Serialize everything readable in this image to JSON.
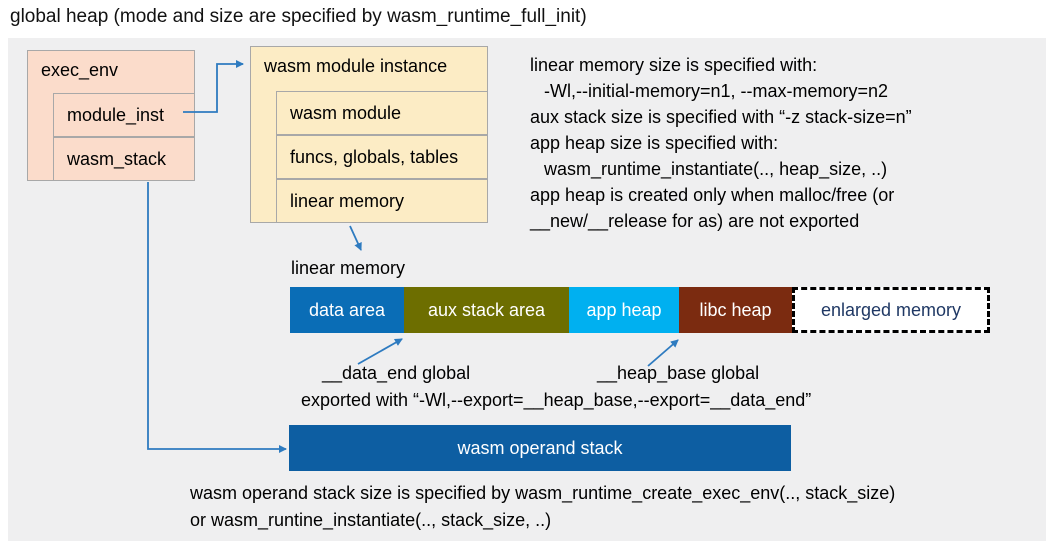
{
  "title": "global heap (mode and size are specified by wasm_runtime_full_init)",
  "exec_env": {
    "label": "exec_env",
    "rows": [
      {
        "label": "module_inst"
      },
      {
        "label": "wasm_stack"
      }
    ]
  },
  "module_instance": {
    "label": "wasm module instance",
    "rows": [
      {
        "label": "wasm module"
      },
      {
        "label": "funcs, globals, tables"
      },
      {
        "label": "linear memory"
      }
    ]
  },
  "notes": {
    "lines": [
      "linear memory size is specified with:",
      "-Wl,--initial-memory=n1, --max-memory=n2",
      "aux stack size is specified with “-z stack-size=n”",
      "app heap size is specified with:",
      "wasm_runtime_instantiate(.., heap_size, ..)",
      "app heap is created only when malloc/free (or",
      "__new/__release for as) are not exported"
    ]
  },
  "linear_memory": {
    "label": "linear memory",
    "segments": [
      {
        "label": "data area",
        "color": "#0a6db6",
        "text_color": "#ffffff"
      },
      {
        "label": "aux stack area",
        "color": "#6d6e00",
        "text_color": "#ffffff"
      },
      {
        "label": "app heap",
        "color": "#00b0f0",
        "text_color": "#ffffff"
      },
      {
        "label": "libc heap",
        "color": "#7b2b10",
        "text_color": "#ffffff"
      },
      {
        "label": "enlarged memory",
        "color": "#ffffff",
        "text_color": "#1f3864"
      }
    ]
  },
  "annotations": {
    "data_end_label": "__data_end global",
    "heap_base_label": "__heap_base global",
    "exported_line": "exported with “-Wl,--export=__heap_base,--export=__data_end”"
  },
  "operand_stack": {
    "label": "wasm operand stack",
    "color": "#0d5ea2"
  },
  "footer": {
    "lines": [
      "wasm operand stack size is specified by wasm_runtime_create_exec_env(.., stack_size)",
      "or wasm_runtine_instantiate(.., stack_size, ..)"
    ]
  },
  "style": {
    "panel_color": "#efeff0",
    "exec_env_fill": "#fbdccb",
    "module_instance_fill": "#fcecc5",
    "arrow_color": "#2e7bc0",
    "box_border_color": "#a8a8a8"
  }
}
